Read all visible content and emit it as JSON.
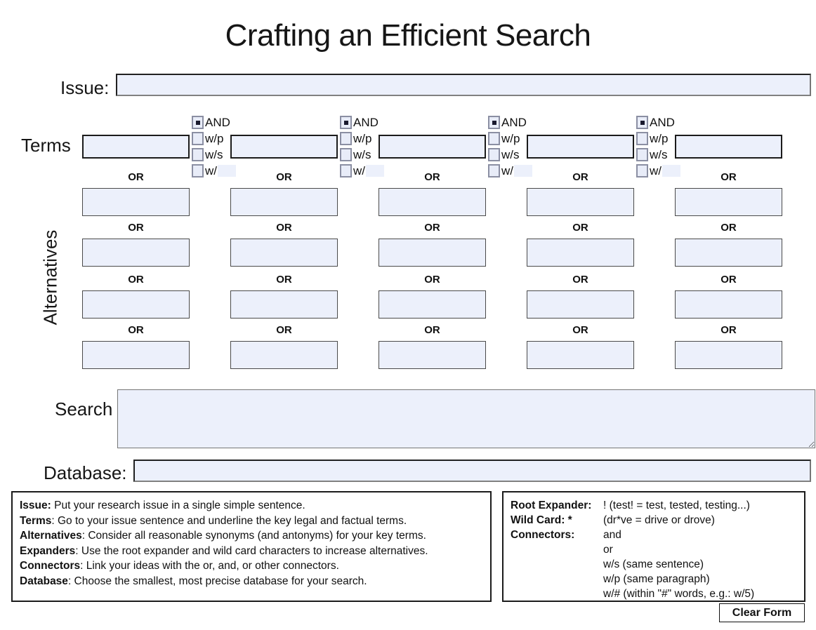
{
  "title": "Crafting an Efficient Search",
  "issue": {
    "label": "Issue:",
    "value": "",
    "placeholder": ""
  },
  "terms": {
    "label": "Terms",
    "boxes": [
      {
        "value": "",
        "placeholder": ""
      },
      {
        "value": "",
        "placeholder": ""
      },
      {
        "value": "",
        "placeholder": ""
      },
      {
        "value": "",
        "placeholder": ""
      },
      {
        "value": "",
        "placeholder": ""
      }
    ],
    "connector_options": [
      "AND",
      "w/p",
      "w/s",
      "w/"
    ],
    "connector_groups": [
      {
        "selected": "AND",
        "proximity_value": ""
      },
      {
        "selected": "AND",
        "proximity_value": ""
      },
      {
        "selected": "AND",
        "proximity_value": ""
      },
      {
        "selected": "AND",
        "proximity_value": ""
      }
    ]
  },
  "alternatives": {
    "label": "Alternatives",
    "or_label": "OR",
    "columns": 5,
    "rows": 4,
    "values": [
      [
        "",
        "",
        "",
        "",
        ""
      ],
      [
        "",
        "",
        "",
        "",
        ""
      ],
      [
        "",
        "",
        "",
        "",
        ""
      ],
      [
        "",
        "",
        "",
        "",
        ""
      ]
    ]
  },
  "search": {
    "label": "Search",
    "value": "",
    "placeholder": ""
  },
  "database": {
    "label": "Database:",
    "value": "",
    "placeholder": ""
  },
  "instructions": [
    {
      "key": "Issue:",
      "text": " Put your research issue in a single simple sentence."
    },
    {
      "key": "Terms",
      "text": ": Go to your issue sentence and underline the key legal and factual terms."
    },
    {
      "key": "Alternatives",
      "text": ": Consider all reasonable synonyms (and antonyms) for your key terms."
    },
    {
      "key": "Expanders",
      "text": ": Use the root expander and wild card characters to increase alternatives."
    },
    {
      "key": "Connectors",
      "text": ": Link your ideas with the or, and, or other connectors."
    },
    {
      "key": "Database",
      "text": ":  Choose the smallest, most precise database for your search."
    }
  ],
  "legend": {
    "root_expander_key": "Root Expander:",
    "root_expander_val": "! (test! = test, tested, testing...)",
    "wild_card_key": "Wild Card:  *",
    "wild_card_val": "(dr*ve = drive or drove)",
    "connectors_key": "Connectors:",
    "connectors_list": [
      "and",
      "or",
      "w/s (same sentence)",
      "w/p (same paragraph)",
      "w/# (within \"#\" words, e.g.: w/5)"
    ]
  },
  "clear_form_label": "Clear Form",
  "colors": {
    "field_fill": "#ecf0fb",
    "field_border": "#1b1b1b",
    "alt_border": "#4a4a4a",
    "underline": "#808080",
    "text": "#161616"
  }
}
